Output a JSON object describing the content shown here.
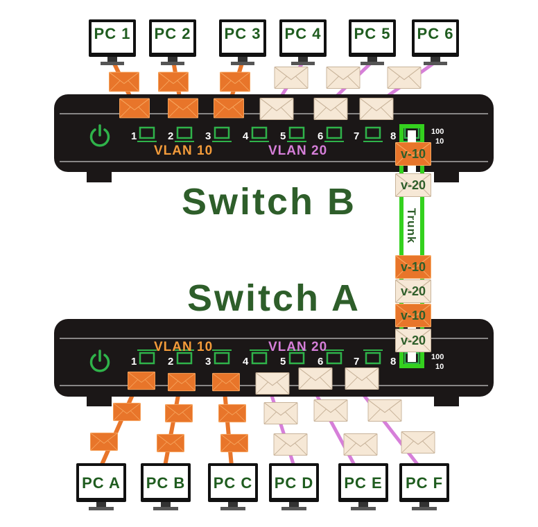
{
  "top_pcs": [
    "PC 1",
    "PC 2",
    "PC 3",
    "PC 4",
    "PC 5",
    "PC 6"
  ],
  "bottom_pcs": [
    "PC A",
    "PC B",
    "PC C",
    "PC D",
    "PC E",
    "PC F"
  ],
  "switch_b": {
    "title": "Switch B",
    "ports": [
      "1",
      "2",
      "3",
      "4",
      "5",
      "6",
      "7",
      "8"
    ],
    "vlan10_label": "VLAN 10",
    "vlan20_label": "VLAN 20",
    "speed_high": "100",
    "speed_low": "10"
  },
  "switch_a": {
    "title": "Switch A",
    "ports": [
      "1",
      "2",
      "3",
      "4",
      "5",
      "6",
      "7",
      "8"
    ],
    "vlan10_label": "VLAN 10",
    "vlan20_label": "VLAN 20",
    "speed_high": "100",
    "speed_low": "10"
  },
  "trunk": {
    "label": "Trunk",
    "tags": [
      "v-10",
      "v-20",
      "v-10",
      "v-20",
      "v-10",
      "v-20"
    ]
  },
  "colors": {
    "vlan10": "#e8752a",
    "vlan20": "#d67fd9",
    "trunk": "#34d11e",
    "switch_body": "#1b1717",
    "port_led": "#2fb34a",
    "label_green": "#2e5e2a"
  }
}
